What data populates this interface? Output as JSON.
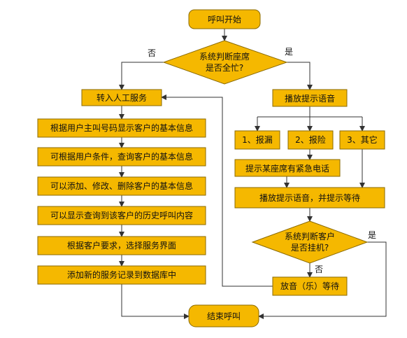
{
  "diagram": {
    "colors": {
      "fill": "#f5b800",
      "stroke": "#8a6a00",
      "line": "#333333"
    },
    "start": "呼叫开始",
    "end": "结束呼叫",
    "decision_busy": {
      "line1": "系统判断座席",
      "line2": "是否全忙?"
    },
    "decision_hangup": {
      "line1": "系统判断客户",
      "line2": "是否挂机?"
    },
    "branch_no_top": "否",
    "branch_yes_top": "是",
    "branch_yes_hangup": "是",
    "branch_no_hangup": "否",
    "left_steps": [
      "转入人工服务",
      "根据用户主叫号码显示客户的基本信息",
      "可根据用户条件，查询客户的基本信息",
      "可以添加、修改、删除客户的基本信息",
      "可以显示查询到该客户的历史呼叫内容",
      "根据客户要求，选择服务界面",
      "添加新的服务记录到数据库中"
    ],
    "play_prompt": "播放提示语音",
    "options": [
      "1、报漏",
      "2、报险",
      "3、其它"
    ],
    "notify_urgent": "提示某座席有紧急电话",
    "play_and_wait": "播放提示语音，并提示等待",
    "music_wait": "放音（乐）等待"
  }
}
